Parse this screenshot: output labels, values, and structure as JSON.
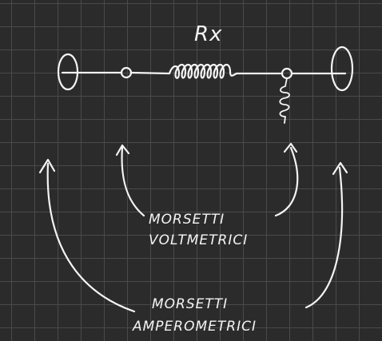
{
  "diagram": {
    "resistor_label": "Rx",
    "voltmeter_terminals_label": {
      "line1": "MORSETTI",
      "line2": "VOLTMETRICI"
    },
    "ammeter_terminals_label": {
      "line1": "MORSETTI",
      "line2": "AMPEROMETRICI"
    }
  },
  "colors": {
    "background": "#2b2b2b",
    "grid": "#4a4a4a",
    "ink": "#f4f4f4"
  }
}
